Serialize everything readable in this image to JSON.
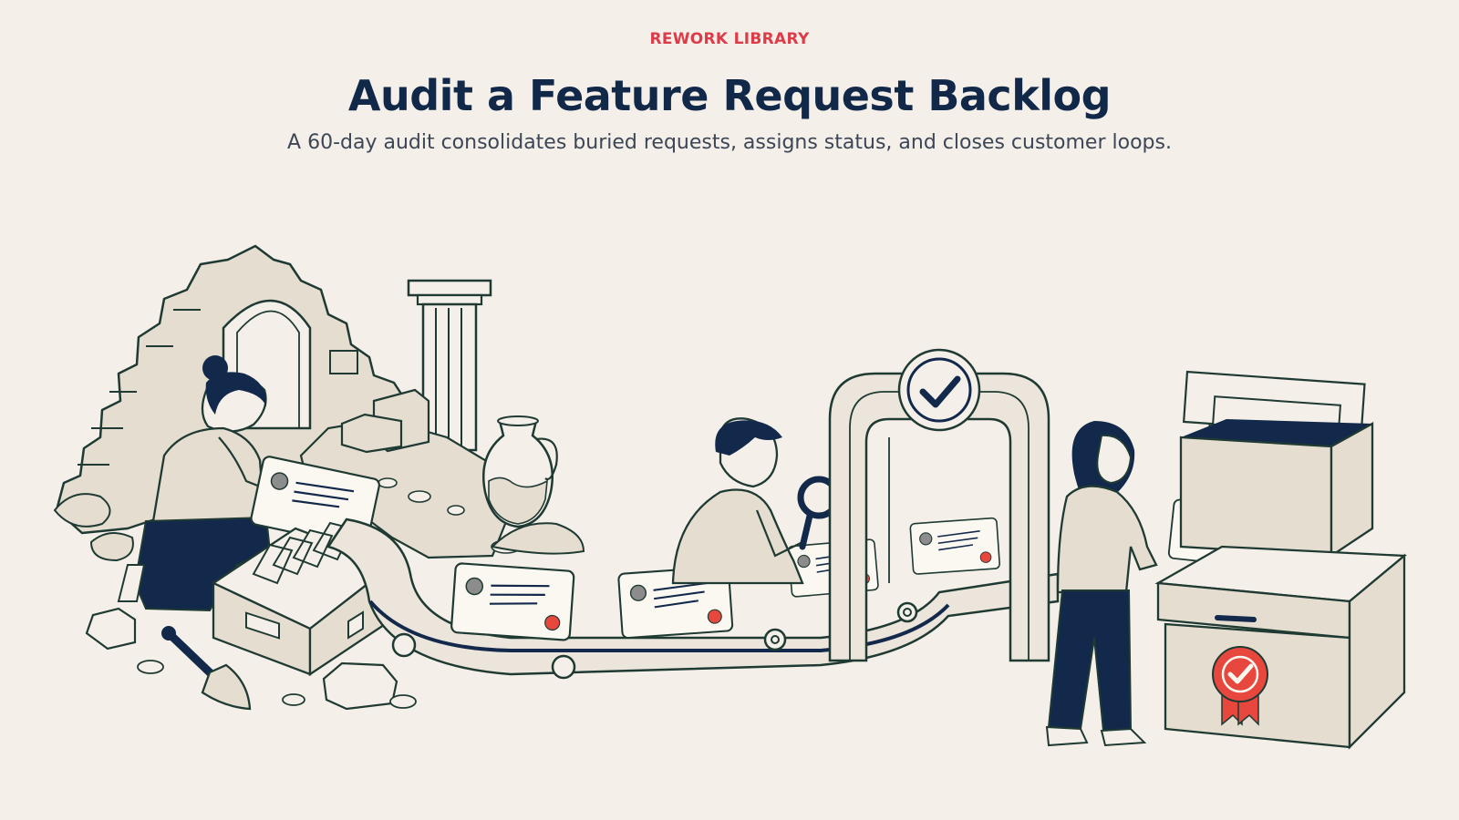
{
  "header": {
    "kicker": "REWORK LIBRARY",
    "title": "Audit a Feature Request Backlog",
    "subtitle": "A 60-day audit consolidates buried requests, assigns status, and closes customer loops."
  },
  "colors": {
    "background": "#f4f0e9",
    "kicker": "#dd3b48",
    "title": "#112849",
    "subtitle": "#3c4656",
    "navy": "#13294b",
    "line": "#1f3a33",
    "beige": "#e6ddd1",
    "card": "#fbf8f2",
    "accent_red": "#e8473e",
    "dot_gray": "#8c8c8c"
  },
  "illustration": {
    "scene": "ruins-to-conveyor-to-archive",
    "icons": [
      "trowel-icon",
      "magnifier-icon",
      "checkmark-badge-icon",
      "award-seal-icon"
    ]
  }
}
